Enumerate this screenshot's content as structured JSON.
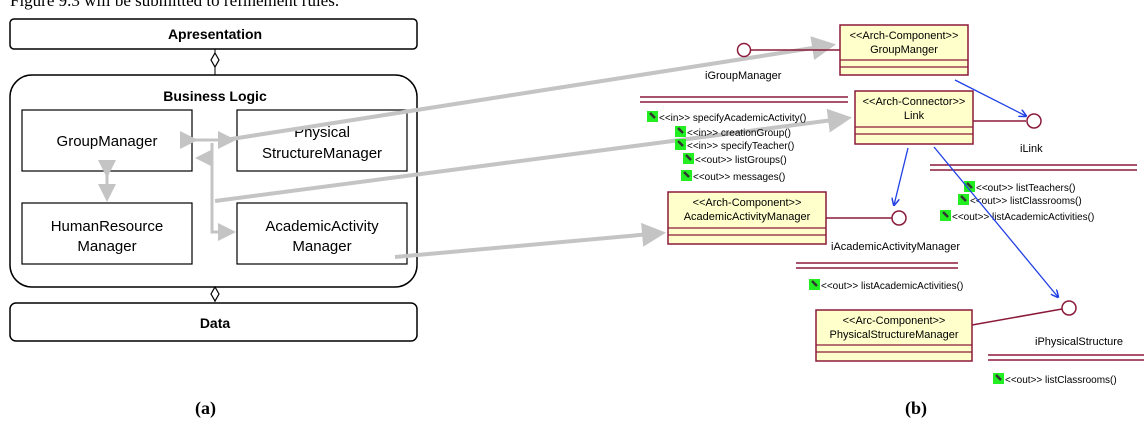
{
  "top_clipped_text": "Figure 9.3 will be submitted to refinement rules.",
  "panel_a": {
    "presentation": "Apresentation",
    "business_logic": "Business Logic",
    "group_manager": "GroupManager",
    "physical_structure_manager": [
      "Physical",
      "StructureManager"
    ],
    "human_resource_manager": [
      "HumanResource",
      "Manager"
    ],
    "academic_activity_manager": [
      "AcademicActivity",
      "Manager"
    ],
    "data": "Data",
    "caption": "(a)"
  },
  "panel_b": {
    "group_manager_box": [
      "<<Arch-Component>>",
      "GroupManger"
    ],
    "link_box": [
      "<<Arch-Connector>>",
      "Link"
    ],
    "academic_box": [
      "<<Arch-Component>>",
      "AcademicActivityManager"
    ],
    "physical_box": [
      "<<Arc-Component>>",
      "PhysicalStructureManager"
    ],
    "interfaces": {
      "igroup": "iGroupManager",
      "ilink": "iLink",
      "iacademic": "iAcademicActivityManager",
      "iphysical": "iPhysicalStructure"
    },
    "link_ops": [
      "<<in>> specifyAcademicActivity()",
      "<<in>> creationGroup()",
      "<<in>> specifyTeacher()",
      "<<out>> listGroups()",
      "<<out>> messages()"
    ],
    "ilink_ops": [
      "<<out>> listTeachers()",
      "<<out>> listClassrooms()",
      "<<out>> listAcademicActivities()"
    ],
    "iacademic_ops": [
      "<<out>> listAcademicActivities()"
    ],
    "iphysical_ops": [
      "<<out>> listClassrooms()"
    ],
    "caption": "(b)"
  },
  "colors": {
    "uml_fill": "#ffffcc",
    "uml_border": "#8b1a3a",
    "arrow_gray": "#c4c4c4",
    "blue_arrow": "#1f3fe6",
    "op_icon": "#22ee22"
  }
}
